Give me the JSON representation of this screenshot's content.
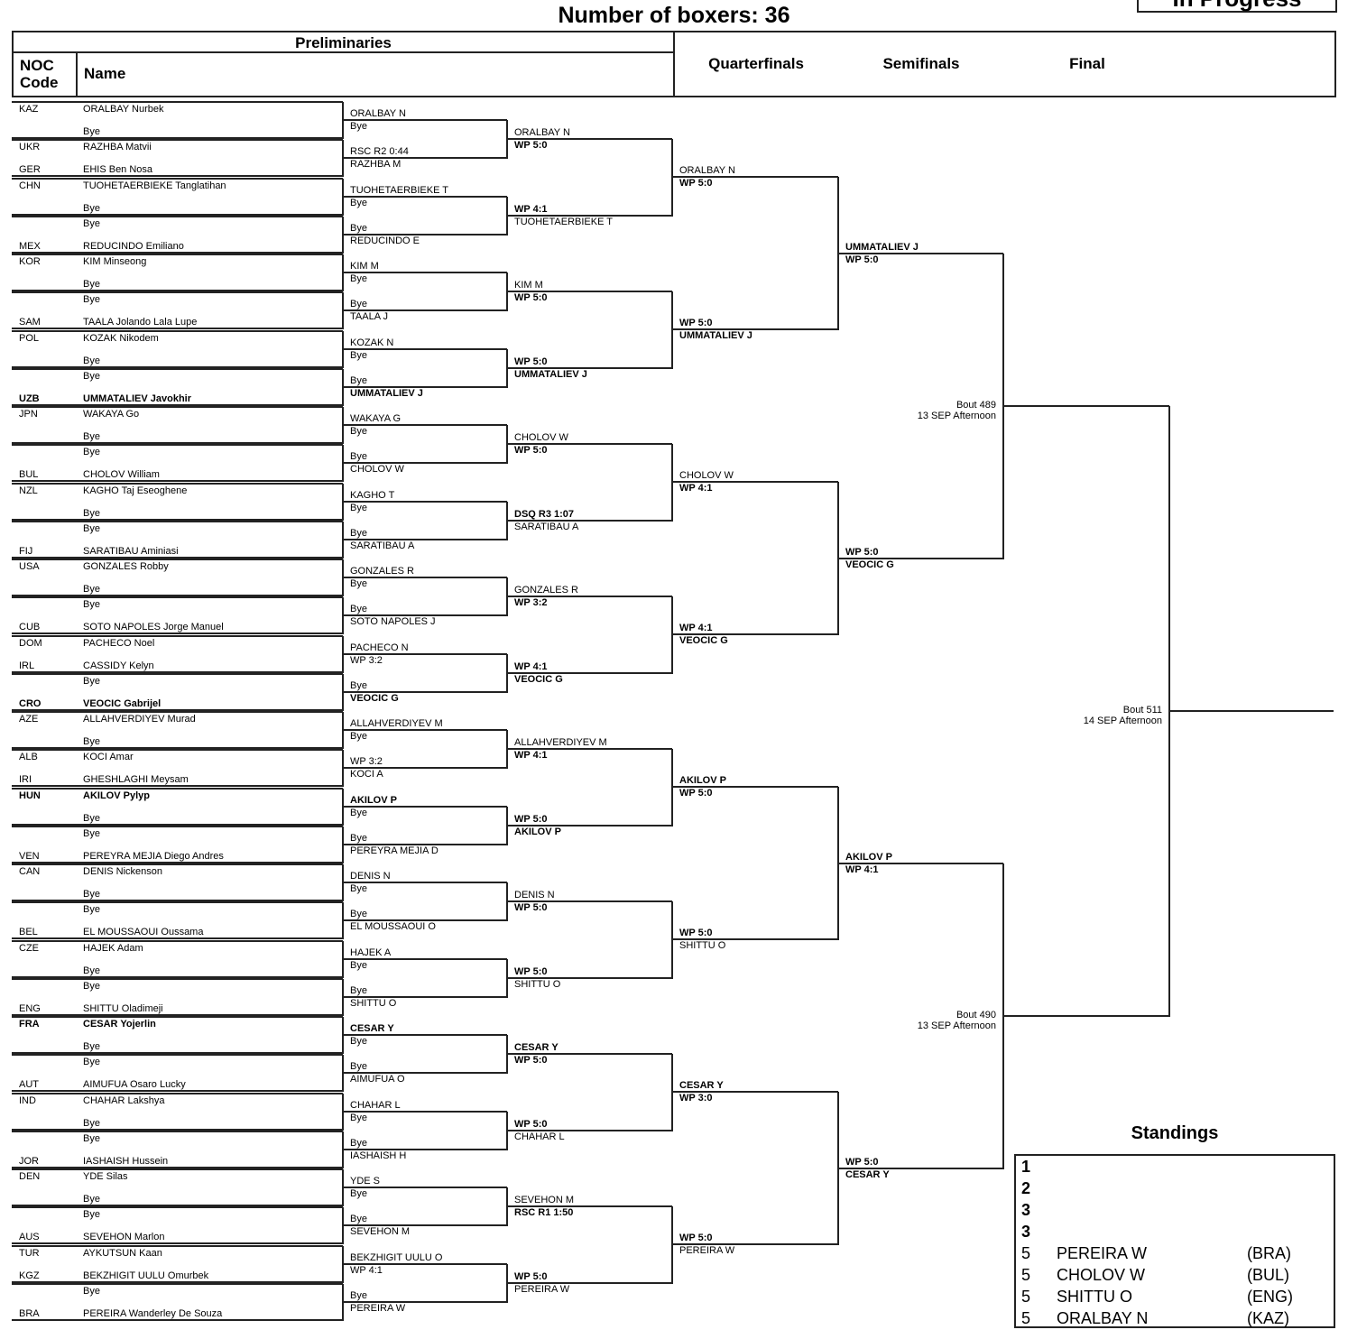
{
  "header": {
    "title": "Number of boxers: 36",
    "status": "In Progress",
    "preliminaries": "Preliminaries",
    "noc_code": "NOC Code",
    "name": "Name",
    "quarterfinals": "Quarterfinals",
    "semifinals": "Semifinals",
    "final": "Final"
  },
  "round1": [
    {
      "noc": "KAZ",
      "name": "ORALBAY Nurbek"
    },
    {
      "noc": "",
      "name": "Bye"
    },
    {
      "noc": "UKR",
      "name": "RAZHBA Matvii"
    },
    {
      "noc": "GER",
      "name": "EHIS Ben Nosa"
    },
    {
      "noc": "CHN",
      "name": "TUOHETAERBIEKE Tanglatihan"
    },
    {
      "noc": "",
      "name": "Bye"
    },
    {
      "noc": "",
      "name": "Bye"
    },
    {
      "noc": "MEX",
      "name": "REDUCINDO Emiliano"
    },
    {
      "noc": "KOR",
      "name": "KIM Minseong"
    },
    {
      "noc": "",
      "name": "Bye"
    },
    {
      "noc": "",
      "name": "Bye"
    },
    {
      "noc": "SAM",
      "name": "TAALA Jolando Lala Lupe"
    },
    {
      "noc": "POL",
      "name": "KOZAK Nikodem"
    },
    {
      "noc": "",
      "name": "Bye"
    },
    {
      "noc": "",
      "name": "Bye"
    },
    {
      "noc": "UZB",
      "name": "UMMATALIEV Javokhir",
      "bold": true
    },
    {
      "noc": "JPN",
      "name": "WAKAYA Go"
    },
    {
      "noc": "",
      "name": "Bye"
    },
    {
      "noc": "",
      "name": "Bye"
    },
    {
      "noc": "BUL",
      "name": "CHOLOV William"
    },
    {
      "noc": "NZL",
      "name": "KAGHO Taj Eseoghene"
    },
    {
      "noc": "",
      "name": "Bye"
    },
    {
      "noc": "",
      "name": "Bye"
    },
    {
      "noc": "FIJ",
      "name": "SARATIBAU Aminiasi"
    },
    {
      "noc": "USA",
      "name": "GONZALES Robby"
    },
    {
      "noc": "",
      "name": "Bye"
    },
    {
      "noc": "",
      "name": "Bye"
    },
    {
      "noc": "CUB",
      "name": "SOTO NAPOLES Jorge Manuel"
    },
    {
      "noc": "DOM",
      "name": "PACHECO Noel"
    },
    {
      "noc": "IRL",
      "name": "CASSIDY Kelyn"
    },
    {
      "noc": "",
      "name": "Bye"
    },
    {
      "noc": "CRO",
      "name": "VEOCIC Gabrijel",
      "bold": true
    },
    {
      "noc": "AZE",
      "name": "ALLAHVERDIYEV Murad"
    },
    {
      "noc": "",
      "name": "Bye"
    },
    {
      "noc": "ALB",
      "name": "KOCI Amar"
    },
    {
      "noc": "IRI",
      "name": "GHESHLAGHI Meysam"
    },
    {
      "noc": "HUN",
      "name": "AKILOV Pylyp",
      "bold": true
    },
    {
      "noc": "",
      "name": "Bye"
    },
    {
      "noc": "",
      "name": "Bye"
    },
    {
      "noc": "VEN",
      "name": "PEREYRA MEJIA Diego Andres"
    },
    {
      "noc": "CAN",
      "name": "DENIS Nickenson"
    },
    {
      "noc": "",
      "name": "Bye"
    },
    {
      "noc": "",
      "name": "Bye"
    },
    {
      "noc": "BEL",
      "name": "EL MOUSSAOUI Oussama"
    },
    {
      "noc": "CZE",
      "name": "HAJEK Adam"
    },
    {
      "noc": "",
      "name": "Bye"
    },
    {
      "noc": "",
      "name": "Bye"
    },
    {
      "noc": "ENG",
      "name": "SHITTU Oladimeji"
    },
    {
      "noc": "FRA",
      "name": "CESAR Yojerlin",
      "bold": true
    },
    {
      "noc": "",
      "name": "Bye"
    },
    {
      "noc": "",
      "name": "Bye"
    },
    {
      "noc": "AUT",
      "name": "AIMUFUA Osaro Lucky"
    },
    {
      "noc": "IND",
      "name": "CHAHAR Lakshya"
    },
    {
      "noc": "",
      "name": "Bye"
    },
    {
      "noc": "",
      "name": "Bye"
    },
    {
      "noc": "JOR",
      "name": "IASHAISH Hussein"
    },
    {
      "noc": "DEN",
      "name": "YDE Silas"
    },
    {
      "noc": "",
      "name": "Bye"
    },
    {
      "noc": "",
      "name": "Bye"
    },
    {
      "noc": "AUS",
      "name": "SEVEHON Marlon"
    },
    {
      "noc": "TUR",
      "name": "AYKUTSUN Kaan"
    },
    {
      "noc": "KGZ",
      "name": "BEKZHIGIT UULU Omurbek"
    },
    {
      "noc": "",
      "name": "Bye"
    },
    {
      "noc": "BRA",
      "name": "PEREIRA Wanderley De Souza"
    }
  ],
  "round2": [
    {
      "name": "ORALBAY N",
      "result": "Bye"
    },
    {
      "name": "RAZHBA M",
      "result": "RSC R2 0:44"
    },
    {
      "name": "TUOHETAERBIEKE T",
      "result": "Bye"
    },
    {
      "name": "REDUCINDO E",
      "result": "Bye"
    },
    {
      "name": "KIM M",
      "result": "Bye"
    },
    {
      "name": "TAALA J",
      "result": "Bye"
    },
    {
      "name": "KOZAK N",
      "result": "Bye"
    },
    {
      "name": "UMMATALIEV J",
      "result": "Bye",
      "bold": true
    },
    {
      "name": "WAKAYA G",
      "result": "Bye"
    },
    {
      "name": "CHOLOV W",
      "result": "Bye"
    },
    {
      "name": "KAGHO T",
      "result": "Bye"
    },
    {
      "name": "SARATIBAU A",
      "result": "Bye"
    },
    {
      "name": "GONZALES R",
      "result": "Bye"
    },
    {
      "name": "SOTO NAPOLES J",
      "result": "Bye"
    },
    {
      "name": "PACHECO N",
      "result": "WP 3:2"
    },
    {
      "name": "VEOCIC G",
      "result": "Bye",
      "bold": true
    },
    {
      "name": "ALLAHVERDIYEV M",
      "result": "Bye"
    },
    {
      "name": "KOCI A",
      "result": "WP 3:2"
    },
    {
      "name": "AKILOV P",
      "result": "Bye",
      "bold": true
    },
    {
      "name": "PEREYRA MEJIA D",
      "result": "Bye"
    },
    {
      "name": "DENIS N",
      "result": "Bye"
    },
    {
      "name": "EL MOUSSAOUI O",
      "result": "Bye"
    },
    {
      "name": "HAJEK A",
      "result": "Bye"
    },
    {
      "name": "SHITTU O",
      "result": "Bye"
    },
    {
      "name": "CESAR Y",
      "result": "Bye",
      "bold": true
    },
    {
      "name": "AIMUFUA O",
      "result": "Bye"
    },
    {
      "name": "CHAHAR L",
      "result": "Bye"
    },
    {
      "name": "IASHAISH H",
      "result": "Bye"
    },
    {
      "name": "YDE S",
      "result": "Bye"
    },
    {
      "name": "SEVEHON M",
      "result": "Bye"
    },
    {
      "name": "BEKZHIGIT UULU O",
      "result": "WP 4:1"
    },
    {
      "name": "PEREIRA W",
      "result": "Bye"
    }
  ],
  "round3": [
    {
      "name": "ORALBAY N",
      "result": "WP 5:0"
    },
    {
      "name": "TUOHETAERBIEKE T",
      "result": "WP 4:1"
    },
    {
      "name": "KIM M",
      "result": "WP 5:0"
    },
    {
      "name": "UMMATALIEV J",
      "result": "WP 5:0",
      "bold": true
    },
    {
      "name": "CHOLOV W",
      "result": "WP 5:0"
    },
    {
      "name": "SARATIBAU A",
      "result": "DSQ R3 1:07"
    },
    {
      "name": "GONZALES R",
      "result": "WP 3:2"
    },
    {
      "name": "VEOCIC G",
      "result": "WP 4:1",
      "bold": true
    },
    {
      "name": "ALLAHVERDIYEV M",
      "result": "WP 4:1"
    },
    {
      "name": "AKILOV P",
      "result": "WP 5:0",
      "bold": true
    },
    {
      "name": "DENIS N",
      "result": "WP 5:0"
    },
    {
      "name": "SHITTU O",
      "result": "WP 5:0"
    },
    {
      "name": "CESAR Y",
      "result": "WP 5:0",
      "bold": true
    },
    {
      "name": "CHAHAR L",
      "result": "WP 5:0"
    },
    {
      "name": "SEVEHON M",
      "result": "RSC R1 1:50"
    },
    {
      "name": "PEREIRA W",
      "result": "WP 5:0"
    }
  ],
  "quarterfinals": [
    {
      "name": "ORALBAY N",
      "result": "WP 5:0"
    },
    {
      "name": "UMMATALIEV J",
      "result": "WP 5:0",
      "bold": true
    },
    {
      "name": "CHOLOV W",
      "result": "WP 4:1"
    },
    {
      "name": "VEOCIC G",
      "result": "WP 4:1",
      "bold": true
    },
    {
      "name": "AKILOV P",
      "result": "WP 5:0",
      "bold": true
    },
    {
      "name": "SHITTU O",
      "result": "WP 5:0"
    },
    {
      "name": "CESAR Y",
      "result": "WP 3:0",
      "bold": true
    },
    {
      "name": "PEREIRA W",
      "result": "WP 5:0"
    }
  ],
  "semifinals": [
    {
      "name": "UMMATALIEV J",
      "result": "WP 5:0",
      "bold": true
    },
    {
      "name": "VEOCIC G",
      "result": "WP 5:0",
      "bold": true
    },
    {
      "name": "AKILOV P",
      "result": "WP 4:1",
      "bold": true
    },
    {
      "name": "CESAR Y",
      "result": "WP 5:0",
      "bold": true
    }
  ],
  "bouts": {
    "semifinal": [
      {
        "bout": "Bout  489",
        "date": "13 SEP Afternoon"
      },
      {
        "bout": "Bout  490",
        "date": "13 SEP Afternoon"
      }
    ],
    "final": [
      {
        "bout": "Bout  511",
        "date": "14 SEP Afternoon"
      }
    ]
  },
  "standings": {
    "title": "Standings",
    "rows": [
      {
        "rank": "1",
        "name": "",
        "noc": ""
      },
      {
        "rank": "2",
        "name": "",
        "noc": ""
      },
      {
        "rank": "3",
        "name": "",
        "noc": ""
      },
      {
        "rank": "3",
        "name": "",
        "noc": ""
      },
      {
        "rank": "5",
        "name": "PEREIRA W",
        "noc": "(BRA)"
      },
      {
        "rank": "5",
        "name": "CHOLOV W",
        "noc": "(BUL)"
      },
      {
        "rank": "5",
        "name": "SHITTU O",
        "noc": "(ENG)"
      },
      {
        "rank": "5",
        "name": "ORALBAY N",
        "noc": "(KAZ)"
      }
    ]
  }
}
